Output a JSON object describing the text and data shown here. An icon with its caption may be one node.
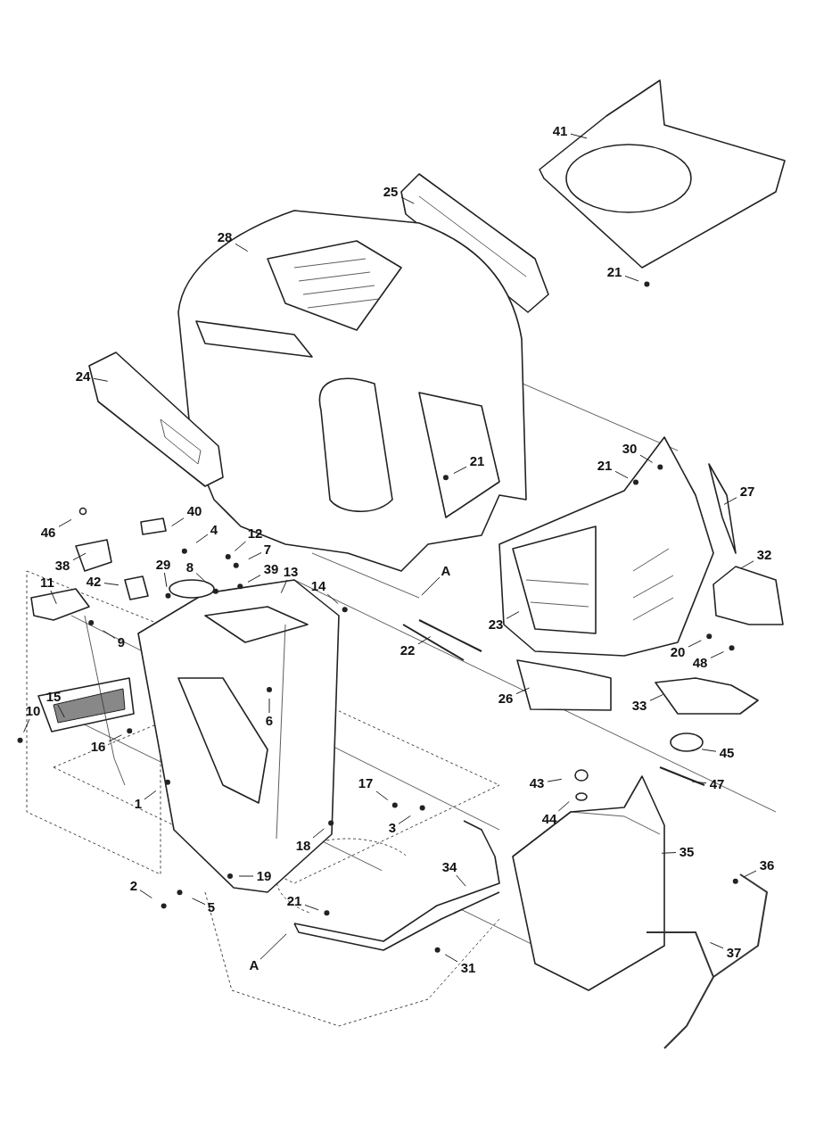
{
  "diagram": {
    "nodes": [
      {
        "text": [
          "41"
        ]
      },
      {
        "text": [
          "25"
        ]
      },
      {
        "text": [
          "28"
        ]
      },
      {
        "text": [
          "21"
        ]
      },
      {
        "text": [
          "24"
        ]
      },
      {
        "text": [
          "21"
        ]
      },
      {
        "text": [
          "30"
        ]
      },
      {
        "text": [
          "21"
        ]
      },
      {
        "text": [
          "27"
        ]
      },
      {
        "text": [
          "46"
        ]
      },
      {
        "text": [
          "40"
        ]
      },
      {
        "text": [
          "4"
        ]
      },
      {
        "text": [
          "12"
        ]
      },
      {
        "text": [
          "38"
        ]
      },
      {
        "text": [
          "7"
        ]
      },
      {
        "text": [
          "8"
        ]
      },
      {
        "text": [
          "29"
        ]
      },
      {
        "text": [
          "13"
        ]
      },
      {
        "text": [
          "39"
        ]
      },
      {
        "text": [
          "A"
        ]
      },
      {
        "text": [
          "32"
        ]
      },
      {
        "text": [
          "42"
        ]
      },
      {
        "text": [
          "11"
        ]
      },
      {
        "text": [
          "14"
        ]
      },
      {
        "text": [
          "9"
        ]
      },
      {
        "text": [
          "23"
        ]
      },
      {
        "text": [
          "22"
        ]
      },
      {
        "text": [
          "20"
        ]
      },
      {
        "text": [
          "48"
        ]
      },
      {
        "text": [
          "15"
        ]
      },
      {
        "text": [
          "10"
        ]
      },
      {
        "text": [
          "26"
        ]
      },
      {
        "text": [
          "33"
        ]
      },
      {
        "text": [
          "6"
        ]
      },
      {
        "text": [
          "16"
        ]
      },
      {
        "text": [
          "45"
        ]
      },
      {
        "text": [
          "47"
        ]
      },
      {
        "text": [
          "43"
        ]
      },
      {
        "text": [
          "17"
        ]
      },
      {
        "text": [
          "1"
        ]
      },
      {
        "text": [
          "44"
        ]
      },
      {
        "text": [
          "3"
        ]
      },
      {
        "text": [
          "18"
        ]
      },
      {
        "text": [
          "35"
        ]
      },
      {
        "text": [
          "36"
        ]
      },
      {
        "text": [
          "34"
        ]
      },
      {
        "text": [
          "19"
        ]
      },
      {
        "text": [
          "2"
        ]
      },
      {
        "text": [
          "21"
        ]
      },
      {
        "text": [
          "5"
        ]
      },
      {
        "text": [
          "37"
        ]
      },
      {
        "text": [
          "A"
        ]
      },
      {
        "text": [
          "31"
        ]
      }
    ],
    "edges": [
      {
        "from": 0,
        "to": null,
        "arrow": "none"
      },
      {
        "from": 1,
        "to": null,
        "arrow": "none"
      },
      {
        "from": 2,
        "to": null,
        "arrow": "none"
      },
      {
        "from": 3,
        "to": null,
        "arrow": "none"
      },
      {
        "from": 4,
        "to": null,
        "arrow": "none"
      },
      {
        "from": 5,
        "to": null,
        "arrow": "none"
      },
      {
        "from": 6,
        "to": null,
        "arrow": "none"
      },
      {
        "from": 7,
        "to": null,
        "arrow": "none"
      },
      {
        "from": 8,
        "to": null,
        "arrow": "none"
      },
      {
        "from": 9,
        "to": null,
        "arrow": "none"
      },
      {
        "from": 10,
        "to": null,
        "arrow": "none"
      },
      {
        "from": 11,
        "to": null,
        "arrow": "none"
      },
      {
        "from": 12,
        "to": null,
        "arrow": "none"
      },
      {
        "from": 13,
        "to": null,
        "arrow": "none"
      },
      {
        "from": 14,
        "to": null,
        "arrow": "none"
      },
      {
        "from": 15,
        "to": null,
        "arrow": "none"
      },
      {
        "from": 16,
        "to": null,
        "arrow": "none"
      },
      {
        "from": 17,
        "to": null,
        "arrow": "none"
      },
      {
        "from": 18,
        "to": null,
        "arrow": "none"
      },
      {
        "from": 19,
        "to": null,
        "arrow": "none"
      },
      {
        "from": 20,
        "to": null,
        "arrow": "none"
      },
      {
        "from": 21,
        "to": null,
        "arrow": "none"
      },
      {
        "from": 22,
        "to": null,
        "arrow": "none"
      },
      {
        "from": 23,
        "to": null,
        "arrow": "none"
      },
      {
        "from": 24,
        "to": null,
        "arrow": "none"
      },
      {
        "from": 25,
        "to": null,
        "arrow": "none"
      },
      {
        "from": 26,
        "to": null,
        "arrow": "none"
      },
      {
        "from": 27,
        "to": null,
        "arrow": "none"
      },
      {
        "from": 28,
        "to": null,
        "arrow": "none"
      },
      {
        "from": 29,
        "to": null,
        "arrow": "none"
      },
      {
        "from": 30,
        "to": null,
        "arrow": "none"
      },
      {
        "from": 31,
        "to": null,
        "arrow": "none"
      },
      {
        "from": 32,
        "to": null,
        "arrow": "none"
      },
      {
        "from": 33,
        "to": null,
        "arrow": "none"
      },
      {
        "from": 34,
        "to": null,
        "arrow": "none"
      },
      {
        "from": 35,
        "to": null,
        "arrow": "none"
      },
      {
        "from": 36,
        "to": null,
        "arrow": "none"
      },
      {
        "from": 37,
        "to": null,
        "arrow": "none"
      },
      {
        "from": 38,
        "to": null,
        "arrow": "none"
      },
      {
        "from": 39,
        "to": null,
        "arrow": "none"
      },
      {
        "from": 40,
        "to": null,
        "arrow": "none"
      },
      {
        "from": 41,
        "to": null,
        "arrow": "none"
      },
      {
        "from": 42,
        "to": null,
        "arrow": "none"
      },
      {
        "from": 43,
        "to": null,
        "arrow": "none"
      },
      {
        "from": 44,
        "to": null,
        "arrow": "none"
      },
      {
        "from": 45,
        "to": null,
        "arrow": "none"
      },
      {
        "from": 46,
        "to": null,
        "arrow": "none"
      },
      {
        "from": 47,
        "to": null,
        "arrow": "none"
      },
      {
        "from": 48,
        "to": null,
        "arrow": "none"
      },
      {
        "from": 49,
        "to": null,
        "arrow": "none"
      },
      {
        "from": 50,
        "to": null,
        "arrow": "none"
      },
      {
        "from": 51,
        "to": null,
        "arrow": "none"
      },
      {
        "from": 52,
        "to": null,
        "arrow": "none"
      }
    ]
  }
}
